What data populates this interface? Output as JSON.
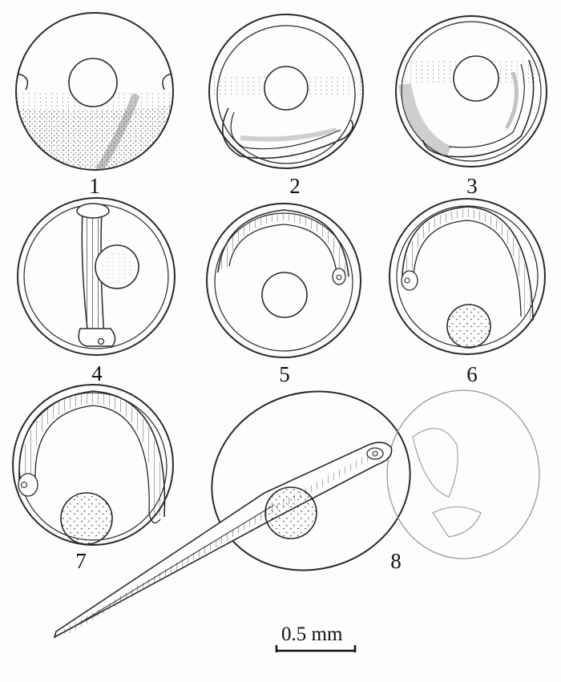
{
  "figure": {
    "panels": [
      {
        "label": "1",
        "subject": "egg-stage-1"
      },
      {
        "label": "2",
        "subject": "egg-stage-2"
      },
      {
        "label": "3",
        "subject": "egg-stage-3"
      },
      {
        "label": "4",
        "subject": "egg-stage-4"
      },
      {
        "label": "5",
        "subject": "egg-stage-5"
      },
      {
        "label": "6",
        "subject": "egg-stage-6"
      },
      {
        "label": "7",
        "subject": "egg-stage-7"
      },
      {
        "label": "8",
        "subject": "hatching-larva"
      }
    ],
    "scale_bar": {
      "label": "0.5 mm"
    }
  },
  "colors": {
    "ink": "#2a2a2a",
    "faint_ink": "#9a9a9a",
    "background": "#fdfdfc"
  }
}
